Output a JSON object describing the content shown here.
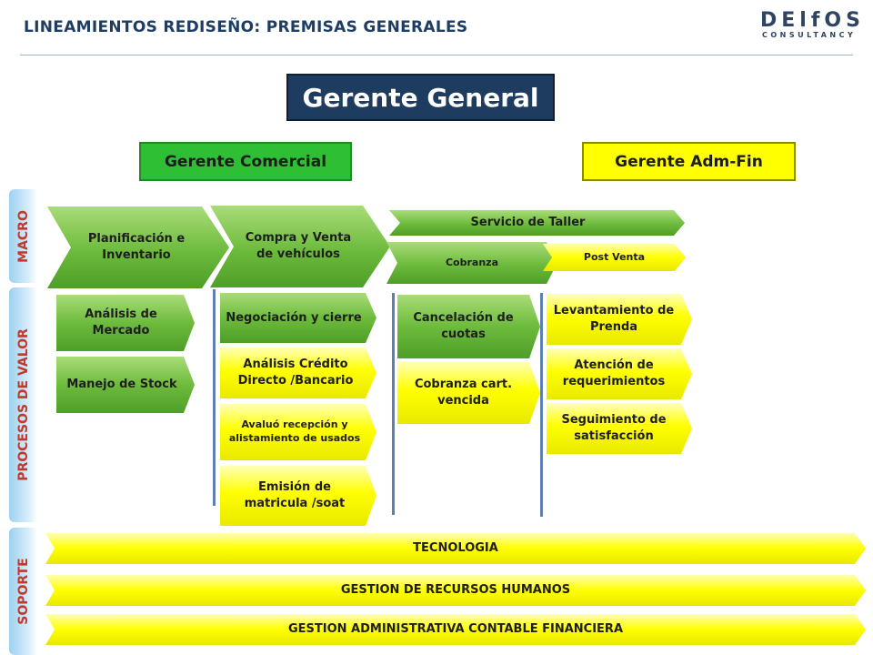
{
  "header": {
    "title": "LINEAMIENTOS REDISEÑO: PREMISAS GENERALES",
    "logo_main": "DElfOS",
    "logo_sub": "CONSULTANCY"
  },
  "org": {
    "gerente_general": "Gerente General",
    "gerente_comercial": "Gerente Comercial",
    "gerente_adm_fin": "Gerente Adm-Fin"
  },
  "side_labels": {
    "macro": "MACRO",
    "procesos": "PROCESOS DE VALOR",
    "soporte": "SOPORTE"
  },
  "macro": {
    "planificacion": "Planificación e Inventario",
    "compra_venta": "Compra y Venta de vehículos",
    "servicio_taller": "Servicio de Taller",
    "cobranza": "Cobranza",
    "post_venta": "Post  Venta"
  },
  "procesos": {
    "analisis_mercado": "Análisis de Mercado",
    "manejo_stock": "Manejo de Stock",
    "negociacion": "Negociación y cierre",
    "analisis_credito": "Análisis Crédito Directo /Bancario",
    "avaluo": "Avaluó recepción y alistamiento de usados",
    "emision": "Emisión de matricula /soat",
    "cancelacion": "Cancelación de cuotas",
    "cobranza_vencida": "Cobranza cart. vencida",
    "levantamiento": "Levantamiento de Prenda",
    "atencion": "Atención de requerimientos",
    "seguimiento": "Seguimiento de satisfacción"
  },
  "soporte": {
    "tecnologia": "TECNOLOGIA",
    "rrhh": "GESTION DE RECURSOS HUMANOS",
    "administrativa": "GESTION ADMINISTRATIVA CONTABLE FINANCIERA"
  },
  "colors": {
    "navy": "#1e3c60",
    "green": "#2ebf35",
    "yellow": "#ffff00",
    "side_text": "#c0392b"
  }
}
